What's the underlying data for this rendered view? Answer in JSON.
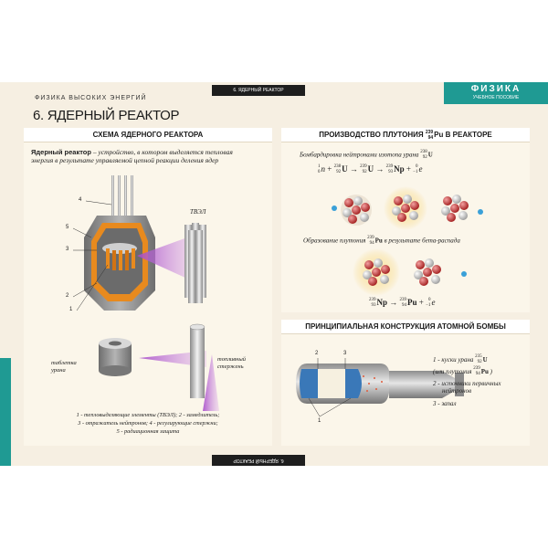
{
  "header": {
    "series": "ФИЗИКА ВЫСОКИХ ЭНЕРГИЙ",
    "title": "6. ЯДЕРНЫЙ РЕАКТОР",
    "tab": "6. ЯДЕРНЫЙ РЕАКТОР",
    "brand_title": "ФИЗИКА",
    "brand_subtitle": "УЧЕБНОЕ ПОСОБИЕ"
  },
  "left_panel": {
    "heading": "СХЕМА ЯДЕРНОГО РЕАКТОРА",
    "term": "Ядерный реактор",
    "definition_1": " – устройство, в котором выделяется тепловая",
    "definition_2": "энергия в результате управляемой цепной реакции деления ядер",
    "numbers": [
      "4",
      "5",
      "3",
      "2",
      "1"
    ],
    "tvel_label": "ТВЭЛ",
    "pellet_label_1": "таблетка",
    "pellet_label_2": "урана",
    "rod_label_1": "топливный",
    "rod_label_2": "стержень",
    "legend_1": "1 - тепловыделяющие элементы (ТВЭЛ);   2 - замедлитель;",
    "legend_2": "3 - отражатель нейтронов;  4 - регулирующие стержни;",
    "legend_3": "5 - радиационная защита"
  },
  "plutonium_panel": {
    "heading_1": "ПРОИЗВОДСТВО ПЛУТОНИЯ",
    "heading_2": "В РЕАКТОРЕ",
    "heading_mass": "239",
    "heading_z": "94",
    "heading_sym": "Pu",
    "bombard_label": "Бомбардировка нейтронами изотопа урана",
    "bombard_mass": "238",
    "bombard_z": "92",
    "bombard_sym": "U",
    "eq1": {
      "n_mass": "1",
      "n_z": "0",
      "n_sym": "n",
      "u_mass": "238",
      "u_z": "92",
      "u_sym": "U",
      "p_mass": "239",
      "p_z": "92",
      "p_sym": "U",
      "e_mass": "0",
      "e_z": "−1",
      "e_sym": "e",
      "plus": "+",
      "arrow": "→"
    },
    "formation_label_1": "Образование плутония",
    "formation_label_2": "в результате бета-распада",
    "formation_mass": "239",
    "formation_z": "94",
    "formation_sym": "Pu",
    "eq2": {
      "np_mass": "239",
      "np_z": "93",
      "np_sym": "Np",
      "pu_mass": "239",
      "pu_z": "94",
      "pu_sym": "Pu",
      "e_mass": "0",
      "e_z": "−1",
      "e_sym": "e",
      "plus": "+",
      "arrow": "→"
    },
    "eq1_mid": {
      "mass": "239",
      "z": "93",
      "sym": "Np"
    }
  },
  "bomb_panel": {
    "heading": "ПРИНЦИПИАЛЬНАЯ КОНСТРУКЦИЯ АТОМНОЙ БОМБЫ",
    "n2": "2",
    "n3": "3",
    "n1": "1",
    "l1": "1 - куски урана",
    "l1_mass": "235",
    "l1_z": "92",
    "l1_sym": "U",
    "l1b": "(или плутония",
    "l1b_mass": "239",
    "l1b_z": "94",
    "l1b_sym": "Pu",
    "l1b_end": ")",
    "l2a": "2 - источники первичных",
    "l2b": "нейтронов",
    "l3": "3 - запал"
  },
  "colors": {
    "teal": "#1f9a93",
    "poster_bg": "#f6efe2",
    "neutron": "#3aa0d8",
    "proton": "#c0392b",
    "flash": "#f6c54a"
  }
}
